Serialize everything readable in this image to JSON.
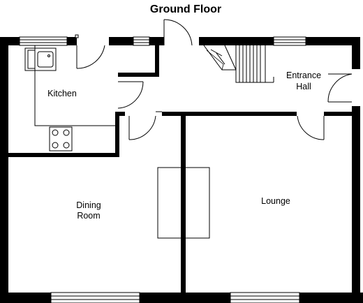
{
  "title": "Ground Floor",
  "rooms": {
    "kitchen": "Kitchen",
    "entrance_hall_line1": "Entrance",
    "entrance_hall_line2": "Hall",
    "dining_line1": "Dining",
    "dining_line2": "Room",
    "lounge": "Lounge"
  },
  "colors": {
    "wall": "#000000",
    "background": "#ffffff",
    "fixture": "#000000"
  }
}
